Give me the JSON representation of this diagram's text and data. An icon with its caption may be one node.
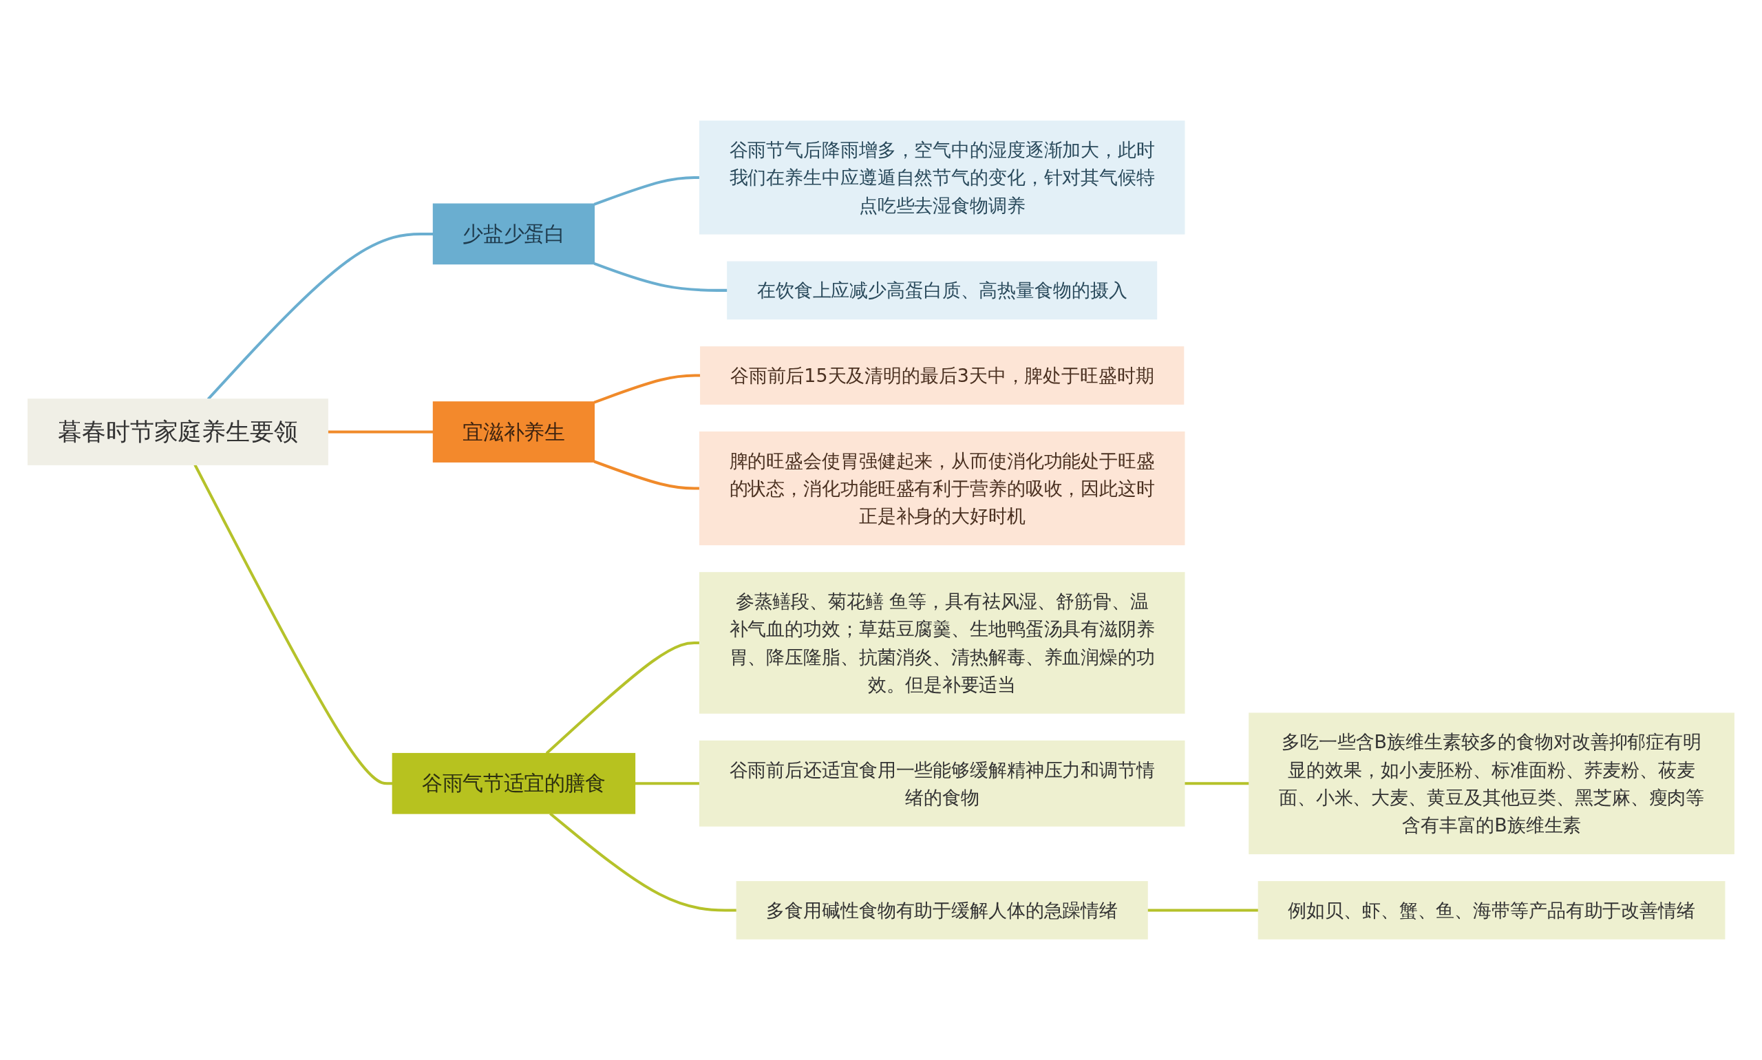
{
  "diagram": {
    "nodes": [
      {
        "text": [
          "暮春时节家庭养生要领"
        ]
      },
      {
        "text": [
          "少盐少蛋白"
        ]
      },
      {
        "text": [
          "谷雨节气后降雨增多，空气中的湿度逐渐加大，此时我们在养生中应遵遁自然节气的变化，针对其气候特点吃些去湿食物调养"
        ]
      },
      {
        "text": [
          "在饮食上应减少高蛋白质、高热量食物的摄入"
        ]
      },
      {
        "text": [
          "宜滋补养生"
        ]
      },
      {
        "text": [
          "谷雨前后15天及清明的最后3天中，脾处于旺盛时期"
        ]
      },
      {
        "text": [
          "脾的旺盛会使胃强健起来，从而使消化功能处于旺盛的状态，消化功能旺盛有利于营养的吸收，因此这时正是补身的大好时机"
        ]
      },
      {
        "text": [
          "谷雨气节适宜的膳食"
        ]
      },
      {
        "text": [
          "参蒸鳝段、菊花鳝 鱼等，具有祛风湿、舒筋骨、温补气血的功效；草菇豆腐羹、生地鸭蛋汤具有滋阴养胃、降压隆脂、抗菌消炎、清热解毒、养血润燥的功效。但是补要适当"
        ]
      },
      {
        "text": [
          "谷雨前后还适宜食用一些能够缓解精神压力和调节情绪的食物"
        ]
      },
      {
        "text": [
          "多食用碱性食物有助于缓解人体的急躁情绪"
        ]
      },
      {
        "text": [
          "多吃一些含B族维生素较多的食物对改善抑郁症有明显的效果，如小麦胚粉、标准面粉、荞麦粉、莜麦面、小米、大麦、黄豆及其他豆类、黑芝麻、瘦肉等含有丰富的B族维生素"
        ]
      },
      {
        "text": [
          "例如贝、虾、蟹、鱼、海带等产品有助于改善情绪"
        ]
      }
    ],
    "edges": [
      {
        "from": 0,
        "to": 1,
        "arrow": "none",
        "color": "#6aaed0"
      },
      {
        "from": 1,
        "to": 2,
        "arrow": "none",
        "color": "#6aaed0"
      },
      {
        "from": 1,
        "to": 3,
        "arrow": "none",
        "color": "#6aaed0"
      },
      {
        "from": 0,
        "to": 4,
        "arrow": "none",
        "color": "#f08a2a"
      },
      {
        "from": 4,
        "to": 5,
        "arrow": "none",
        "color": "#f08a2a"
      },
      {
        "from": 4,
        "to": 6,
        "arrow": "none",
        "color": "#f08a2a"
      },
      {
        "from": 0,
        "to": 7,
        "arrow": "none"
      },
      {
        "from": 7,
        "to": 8,
        "arrow": "none"
      },
      {
        "from": 7,
        "to": 9,
        "arrow": "none"
      },
      {
        "from": 7,
        "to": 10,
        "arrow": "none"
      },
      {
        "from": 9,
        "to": 11,
        "arrow": "none"
      },
      {
        "from": 10,
        "to": 12,
        "arrow": "none"
      }
    ]
  }
}
